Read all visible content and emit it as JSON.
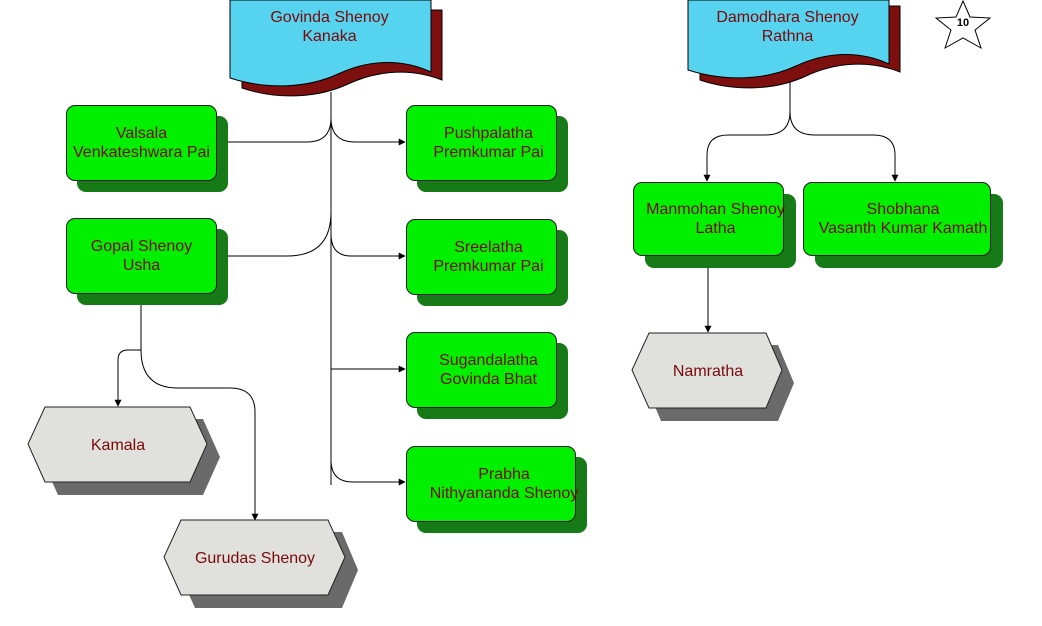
{
  "diagram": {
    "page_number": "10",
    "parents": [
      {
        "line1": "Govinda Shenoy",
        "line2": "Kanaka"
      },
      {
        "line1": "Damodhara Shenoy",
        "line2": "Rathna"
      }
    ],
    "children_left": [
      {
        "line1": "Valsala",
        "line2": "Venkateshwara Pai"
      },
      {
        "line1": "Gopal Shenoy",
        "line2": "Usha"
      },
      {
        "line1": "Pushpalatha",
        "line2": "Premkumar Pai"
      },
      {
        "line1": "Sreelatha",
        "line2": "Premkumar Pai"
      },
      {
        "line1": "Sugandalatha",
        "line2": "Govinda Bhat"
      },
      {
        "line1": "Prabha",
        "line2": "Nithyananda Shenoy"
      }
    ],
    "children_right": [
      {
        "line1": "Manmohan Shenoy",
        "line2": "Latha"
      },
      {
        "line1": "Shobhana",
        "line2": "Vasanth Kumar Kamath"
      }
    ],
    "grandchildren": [
      {
        "name": "Kamala"
      },
      {
        "name": "Gurudas Shenoy"
      },
      {
        "name": "Namratha"
      }
    ],
    "colors": {
      "person_box": "#00f000",
      "person_shadow": "#167a16",
      "document_fill": "#56d3ee",
      "document_shadow": "#7d0f0f",
      "hexagon_fill": "#e0e0dc",
      "hexagon_shadow": "#6a6a6a",
      "text": "#7a0a0a"
    }
  }
}
